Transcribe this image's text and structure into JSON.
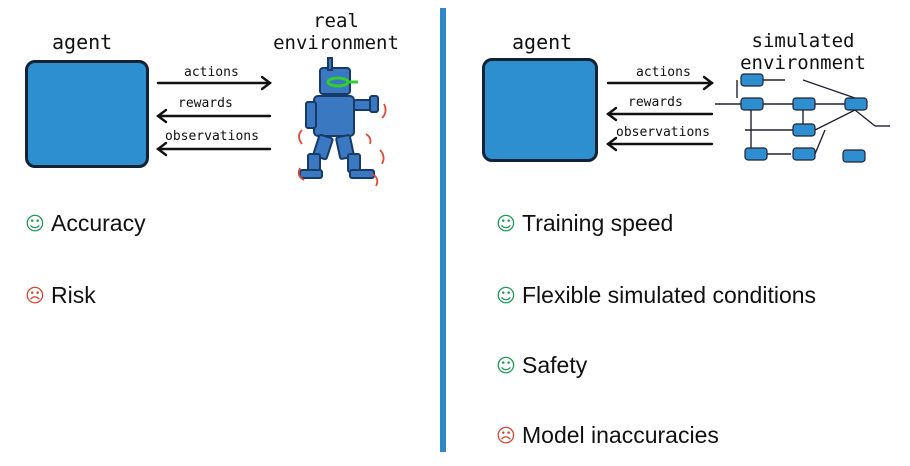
{
  "left": {
    "agent_label": "agent",
    "env_label_line1": "real",
    "env_label_line2": "environment",
    "arrows": {
      "actions": "actions",
      "rewards": "rewards",
      "observations": "observations"
    },
    "items": [
      {
        "type": "pro",
        "icon": "☺",
        "text": "Accuracy"
      },
      {
        "type": "con",
        "icon": "☹",
        "text": "Risk"
      }
    ]
  },
  "right": {
    "agent_label": "agent",
    "env_label_line1": "simulated",
    "env_label_line2": "environment",
    "arrows": {
      "actions": "actions",
      "rewards": "rewards",
      "observations": "observations"
    },
    "items": [
      {
        "type": "pro",
        "icon": "☺",
        "text": "Training speed"
      },
      {
        "type": "pro",
        "icon": "☺",
        "text": "Flexible simulated conditions"
      },
      {
        "type": "pro",
        "icon": "☺",
        "text": "Safety"
      },
      {
        "type": "con",
        "icon": "☹",
        "text": "Model inaccuracies"
      }
    ]
  },
  "colors": {
    "agent_box": "#2e8fd0",
    "divider": "#2f87c7",
    "pro": "#1e9a59",
    "con": "#d9452f"
  },
  "icons": {
    "pro": "smiley-face-icon",
    "con": "frowny-face-icon",
    "robot": "robot-icon"
  }
}
